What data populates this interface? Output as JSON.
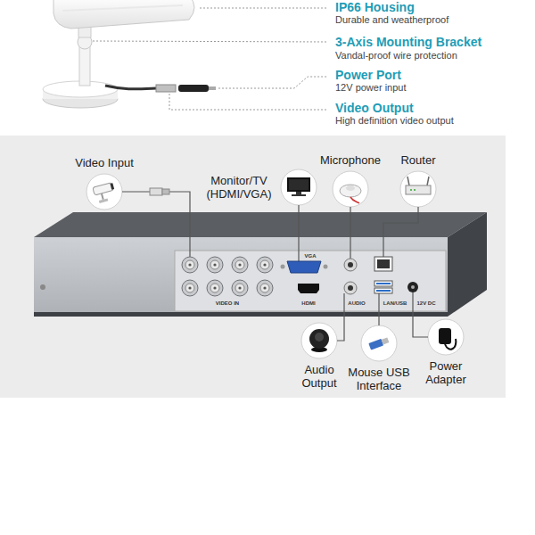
{
  "diagram": {
    "nodes": [
      {
        "text": [
          "Video Input"
        ]
      },
      {
        "text": [
          "Monitor/TV (HDMI/VGA)"
        ]
      },
      {
        "text": [
          "Microphone"
        ]
      },
      {
        "text": [
          "Router"
        ]
      },
      {
        "text": [
          "VIDEO IN",
          "VGA",
          "HDMI",
          "AUDIO",
          "LAN/USB",
          "12V DC"
        ]
      },
      {
        "text": [
          "Audio Output"
        ]
      },
      {
        "text": [
          "Mouse USB Interface"
        ]
      },
      {
        "text": [
          "Power Adapter"
        ]
      }
    ],
    "edges": [
      {
        "from": 0,
        "to": 4,
        "arrow": "none"
      },
      {
        "from": 1,
        "to": 4,
        "arrow": "none"
      },
      {
        "from": 2,
        "to": 4,
        "arrow": "none"
      },
      {
        "from": 3,
        "to": 4,
        "arrow": "none"
      },
      {
        "from": 5,
        "to": 4,
        "arrow": "none"
      },
      {
        "from": 6,
        "to": 4,
        "arrow": "none"
      },
      {
        "from": 7,
        "to": 4,
        "arrow": "none"
      }
    ],
    "labels": [
      "IP66 Housing",
      "Durable and weatherproof",
      "3-Axis Mounting Bracket",
      "Vandal-proof wire protection",
      "Power Port",
      "12V power input",
      "Video Output",
      "High definition video output"
    ]
  }
}
